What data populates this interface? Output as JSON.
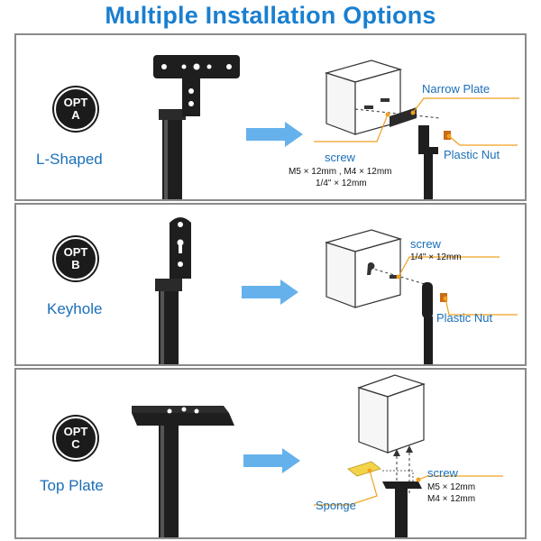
{
  "title": "Multiple Installation Options",
  "options": [
    {
      "badge_line1": "OPT",
      "badge_line2": "A",
      "name": "L-Shaped",
      "callouts": {
        "plate": "Narrow Plate",
        "screw": "screw",
        "screw_sizes_1": "M5 × 12mm , M4 × 12mm",
        "screw_sizes_2": "1/4\" × 12mm",
        "nut": "Plastic Nut"
      }
    },
    {
      "badge_line1": "OPT",
      "badge_line2": "B",
      "name": "Keyhole",
      "callouts": {
        "screw": "screw",
        "screw_sizes_1": "1/4\" × 12mm",
        "nut": "Plastic Nut"
      }
    },
    {
      "badge_line1": "OPT",
      "badge_line2": "C",
      "name": "Top Plate",
      "callouts": {
        "screw": "screw",
        "screw_sizes_1": "M5 × 12mm",
        "screw_sizes_2": "M4 × 12mm",
        "sponge": "Sponge"
      }
    }
  ],
  "colors": {
    "title": "#1a7fd0",
    "label_blue": "#1a6fb8",
    "arrow_blue": "#4aa3e8",
    "leader_orange": "#f0a020",
    "sponge_yellow": "#f3d34a",
    "metal_black": "#1e1e1e"
  }
}
